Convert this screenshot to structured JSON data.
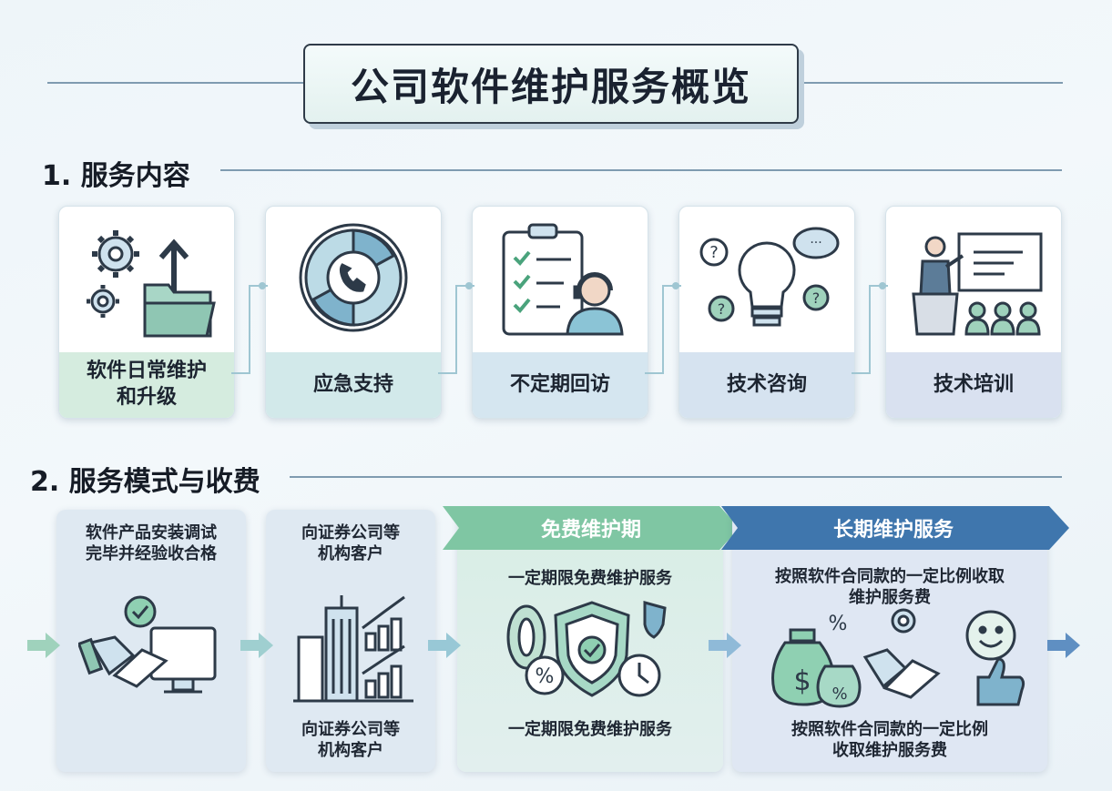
{
  "title": "公司软件维护服务概览",
  "section1": {
    "heading": "1. 服务内容",
    "items": [
      {
        "label": "软件日常维护\n和升级",
        "icon": "gears-folder-upload-icon"
      },
      {
        "label": "应急支持",
        "icon": "lifebuoy-phone-icon"
      },
      {
        "label": "不定期回访",
        "icon": "checklist-headset-icon"
      },
      {
        "label": "技术咨询",
        "icon": "lightbulb-questions-icon"
      },
      {
        "label": "技术培训",
        "icon": "presentation-training-icon"
      }
    ]
  },
  "section2": {
    "heading": "2. 服务模式与收费",
    "steps": [
      {
        "top_text": "软件产品安装调试\n完毕并经验收合格",
        "icon": "handshake-computer-icon"
      },
      {
        "top_text": "向证券公司等\n机构客户",
        "bottom_text": "向证券公司等\n机构客户",
        "icon": "buildings-growth-icon"
      },
      {
        "banner": "免费维护期",
        "top_text": "一定期限免费维护服务",
        "bottom_text": "一定期限免费维护服务",
        "icon": "zero-percent-shield-clock-icon"
      },
      {
        "banner": "长期维护服务",
        "top_text": "按照软件合同款的一定比例收取\n维护服务费",
        "bottom_text": "按照软件合同款的一定比例\n收取维护服务费",
        "icon": "money-handshake-smile-icon"
      }
    ]
  },
  "colors": {
    "green_band": "#d5ecdf",
    "teal_band": "#d2e9ea",
    "blue_band": "#d5e6f0",
    "steel_band": "#d6e3f0",
    "lavender_band": "#d9e1f0",
    "free_banner": "#7fc6a3",
    "long_banner": "#3f76ad",
    "arrow": "#8fbfc9"
  }
}
